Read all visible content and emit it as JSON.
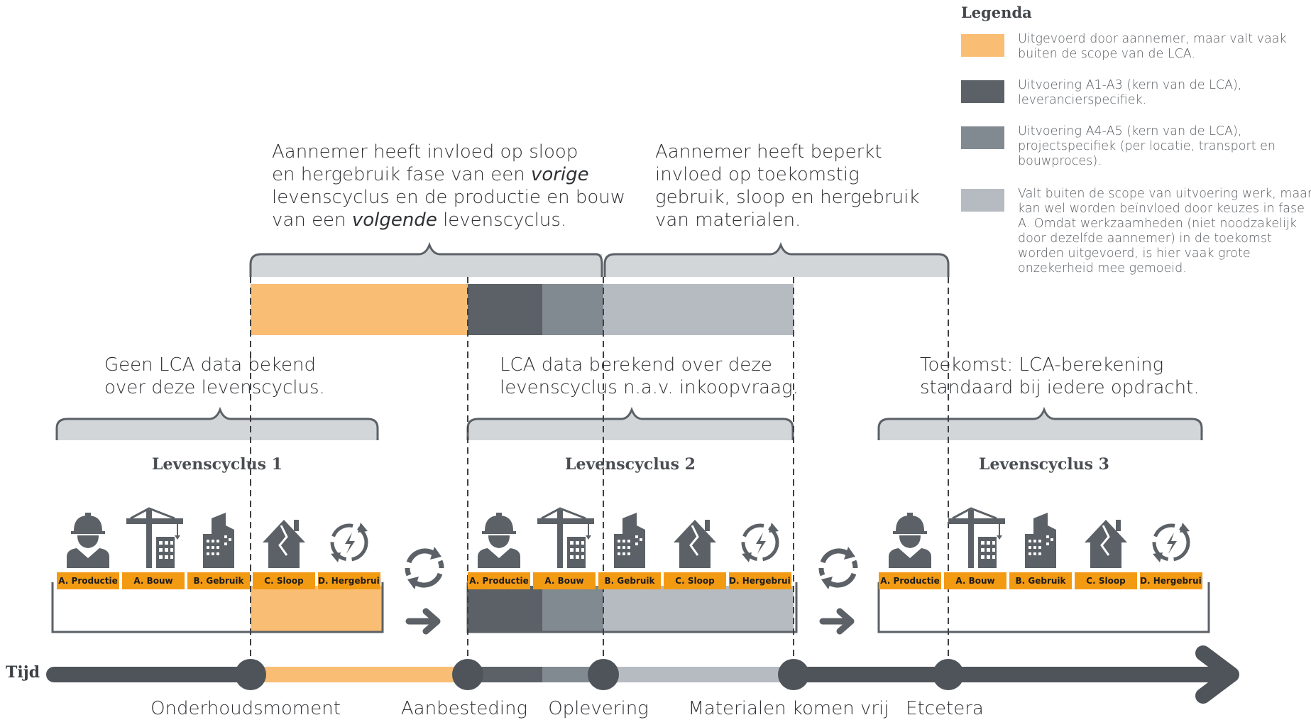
{
  "colors": {
    "orange": "#f9be73",
    "phase_orange": "#f39a13",
    "dark": "#5b6166",
    "mid": "#818a90",
    "light": "#b5bbc1",
    "bracket_fill": "#d3d6d9",
    "bracket_line": "#5b6166",
    "timeline": "#4e5459"
  },
  "legend": {
    "title": "Legenda",
    "items": [
      {
        "color": "#f9be73",
        "text": "Uitgevoerd door aannemer, maar valt vaak buiten de scope van de LCA."
      },
      {
        "color": "#5b6166",
        "text": "Uitvoering A1-A3 (kern van de LCA), leverancierspecifiek."
      },
      {
        "color": "#818a90",
        "text": "Uitvoering A4-A5 (kern van de LCA), projectspecifiek (per locatie, transport en bouwproces)."
      },
      {
        "color": "#b5bbc1",
        "text": "Valt buiten de scope van uitvoering werk, maar kan wel worden beïnvloed door keuzes in fase A. Omdat werkzaamheden (niet noodzakelijk door dezelfde aannemer) in de toekomst worden uitgevoerd, is hier vaak grote onzekerheid mee gemoeid."
      }
    ]
  },
  "annotations": {
    "top_left": {
      "line1": "Aannemer heeft invloed op sloop",
      "line2_pre": "en hergebruik fase van een ",
      "line2_em": "vorige",
      "line3": "levenscyclus en de productie en bouw",
      "line4_pre": "van een ",
      "line4_em": "volgende",
      "line4_post": " levenscyclus."
    },
    "top_right": {
      "line1": "Aannemer heeft beperkt",
      "line2": "invloed op toekomstig",
      "line3": "gebruik, sloop en hergebruik",
      "line4": "van materialen."
    },
    "cycle1": {
      "line1": "Geen LCA data bekend",
      "line2": "over deze levenscyclus."
    },
    "cycle2": {
      "line1": "LCA data berekend over deze",
      "line2": "levenscyclus n.a.v. inkoopvraag."
    },
    "cycle3": {
      "line1": "Toekomst: LCA-berekening",
      "line2": "standaard bij iedere opdracht."
    }
  },
  "cycles": [
    {
      "title": "Levenscyclus 1",
      "phases": [
        "A. Productie",
        "A. Bouw",
        "B. Gebruik",
        "C. Sloop",
        "D. Hergebruik"
      ]
    },
    {
      "title": "Levenscyclus 2",
      "phases": [
        "A. Productie",
        "A. Bouw",
        "B. Gebruik",
        "C. Sloop",
        "D. Hergebruik"
      ]
    },
    {
      "title": "Levenscyclus 3",
      "phases": [
        "A. Productie",
        "A. Bouw",
        "B. Gebruik",
        "C. Sloop",
        "D. Hergebruik"
      ]
    }
  ],
  "timeline": {
    "axis_label": "Tijd",
    "milestones": [
      "Onderhoudsmoment",
      "Aanbesteding",
      "Oplevering",
      "Materialen komen vrij",
      "Etcetera"
    ]
  },
  "icons": [
    "worker-icon",
    "crane-icon",
    "building-icon",
    "demolished-house-icon",
    "recycle-energy-icon",
    "cycle-arrows-icon",
    "right-arrow-icon"
  ]
}
